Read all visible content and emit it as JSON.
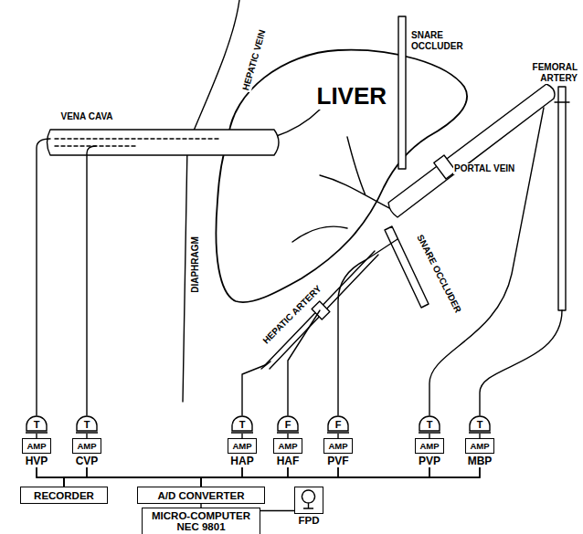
{
  "diagram": {
    "nodes": [
      {
        "text": [
          "T"
        ]
      },
      {
        "text": [
          "T"
        ]
      },
      {
        "text": [
          "T"
        ]
      },
      {
        "text": [
          "F"
        ]
      },
      {
        "text": [
          "F"
        ]
      },
      {
        "text": [
          "T"
        ]
      },
      {
        "text": [
          "T"
        ]
      },
      {
        "text": [
          "AMP",
          "HVP"
        ]
      },
      {
        "text": [
          "AMP",
          "CVP"
        ]
      },
      {
        "text": [
          "AMP",
          "HAP"
        ]
      },
      {
        "text": [
          "AMP",
          "HAF"
        ]
      },
      {
        "text": [
          "AMP",
          "PVF"
        ]
      },
      {
        "text": [
          "AMP",
          "PVP"
        ]
      },
      {
        "text": [
          "AMP",
          "MBP"
        ]
      },
      {
        "text": [
          "RECORDER"
        ]
      },
      {
        "text": [
          "A/D CONVERTER"
        ]
      },
      {
        "text": [
          "MICRO-COMPUTER NEC 9801"
        ]
      },
      {
        "text": [
          "FPD"
        ]
      }
    ],
    "edges": [
      {
        "from": 0,
        "to": 7,
        "arrow": "none"
      },
      {
        "from": 1,
        "to": 8,
        "arrow": "none"
      },
      {
        "from": 2,
        "to": 9,
        "arrow": "none"
      },
      {
        "from": 3,
        "to": 10,
        "arrow": "none"
      },
      {
        "from": 4,
        "to": 11,
        "arrow": "none"
      },
      {
        "from": 5,
        "to": 12,
        "arrow": "none"
      },
      {
        "from": 6,
        "to": 13,
        "arrow": "none"
      },
      {
        "from": 7,
        "to": 14,
        "arrow": "none"
      },
      {
        "from": 8,
        "to": 14,
        "arrow": "none"
      },
      {
        "from": 9,
        "to": 14,
        "arrow": "none"
      },
      {
        "from": 10,
        "to": 14,
        "arrow": "none"
      },
      {
        "from": 11,
        "to": 14,
        "arrow": "none"
      },
      {
        "from": 12,
        "to": 14,
        "arrow": "none"
      },
      {
        "from": 13,
        "to": 14,
        "arrow": "none"
      },
      {
        "from": 7,
        "to": 15,
        "arrow": "none"
      },
      {
        "from": 8,
        "to": 15,
        "arrow": "none"
      },
      {
        "from": 9,
        "to": 15,
        "arrow": "none"
      },
      {
        "from": 10,
        "to": 15,
        "arrow": "none"
      },
      {
        "from": 11,
        "to": 15,
        "arrow": "none"
      },
      {
        "from": 12,
        "to": 15,
        "arrow": "none"
      },
      {
        "from": 13,
        "to": 15,
        "arrow": "none"
      },
      {
        "from": 15,
        "to": 16,
        "arrow": "none"
      },
      {
        "from": 16,
        "to": 17,
        "arrow": "none"
      }
    ],
    "labels": [
      "HEPATIC VEIN",
      "VENA CAVA",
      "LIVER",
      "SNARE OCCLUDER",
      "FEMORAL ARTERY",
      "PORTAL VEIN",
      "DIAPHRAGM",
      "HEPATIC ARTERY",
      "SNARE OCCLUDER"
    ]
  }
}
